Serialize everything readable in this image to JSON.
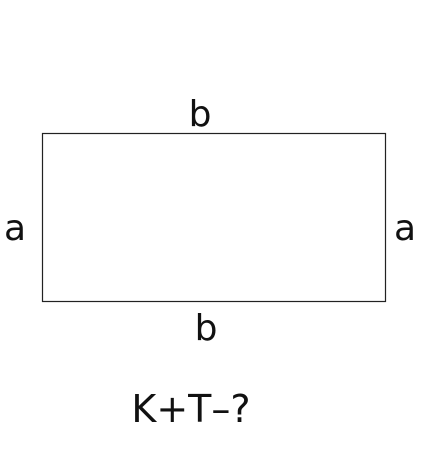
{
  "labels": {
    "top": "b",
    "bottom": "b",
    "left": "a",
    "right": "a"
  },
  "question": "K+T–?"
}
